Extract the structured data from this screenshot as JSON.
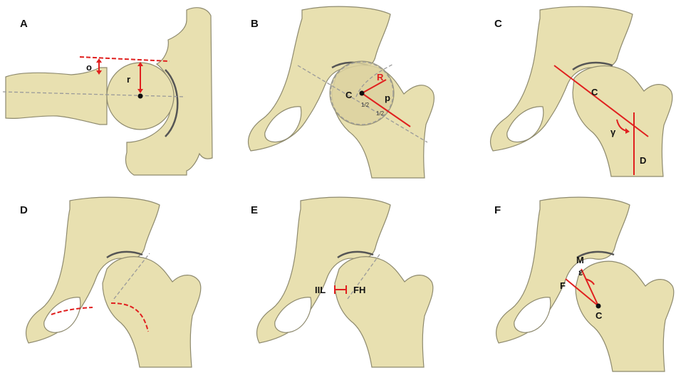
{
  "panels": {
    "a": {
      "letter": "A",
      "labels": {
        "offset": "o",
        "radius": "r"
      }
    },
    "b": {
      "letter": "B",
      "labels": {
        "center": "C",
        "radius": "R",
        "p": "p",
        "half1": "1/2",
        "half2": "1/2"
      }
    },
    "c": {
      "letter": "C",
      "labels": {
        "neck_axis": "C",
        "angle": "γ",
        "shaft_axis": "D"
      }
    },
    "d": {
      "letter": "D",
      "labels": {}
    },
    "e": {
      "letter": "E",
      "labels": {
        "iil": "IIL",
        "fh": "FH"
      }
    },
    "f": {
      "letter": "F",
      "labels": {
        "m": "M",
        "epsilon": "ε",
        "f": "F",
        "center": "C"
      }
    }
  },
  "colors": {
    "bone": "#e8e0b0",
    "outline": "#8e8a6e",
    "measure": "#e0201f",
    "guide": "#9a9a9a"
  }
}
